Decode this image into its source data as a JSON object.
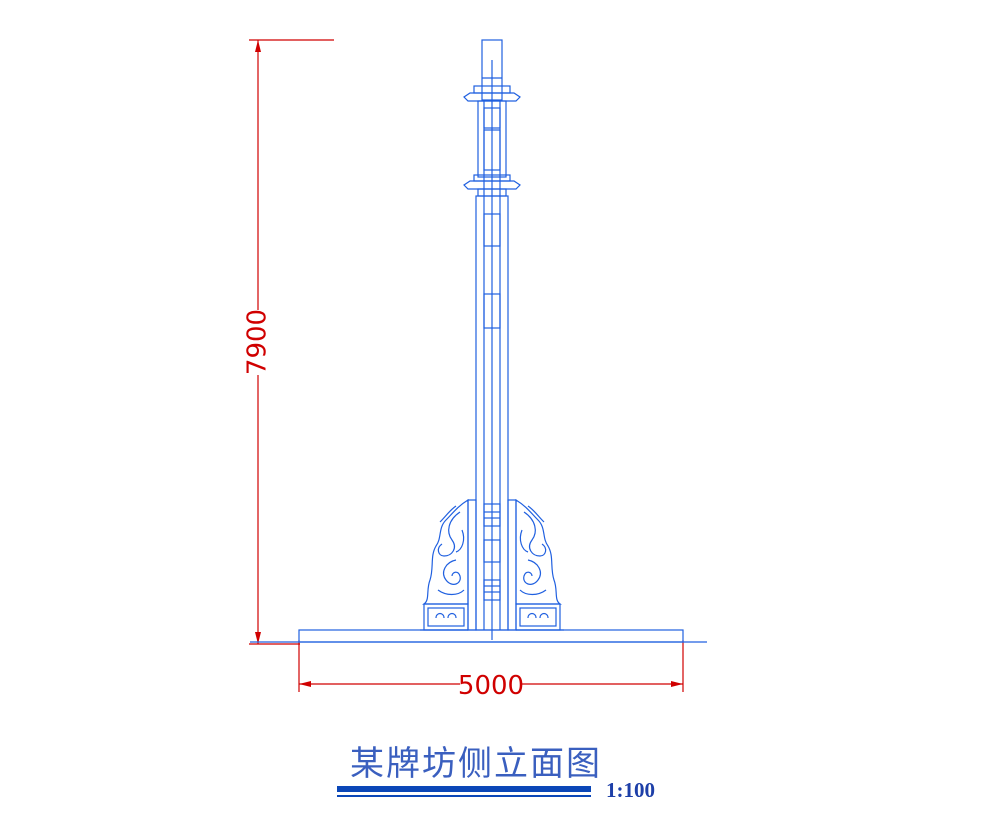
{
  "drawing": {
    "title": "某牌坊侧立面图",
    "scale": "1:100",
    "dimensions": {
      "height": "7900",
      "width": "5000"
    },
    "colors": {
      "structure": "#2060e0",
      "dimension": "#d00000",
      "title_bar": "#0b47b8"
    }
  }
}
